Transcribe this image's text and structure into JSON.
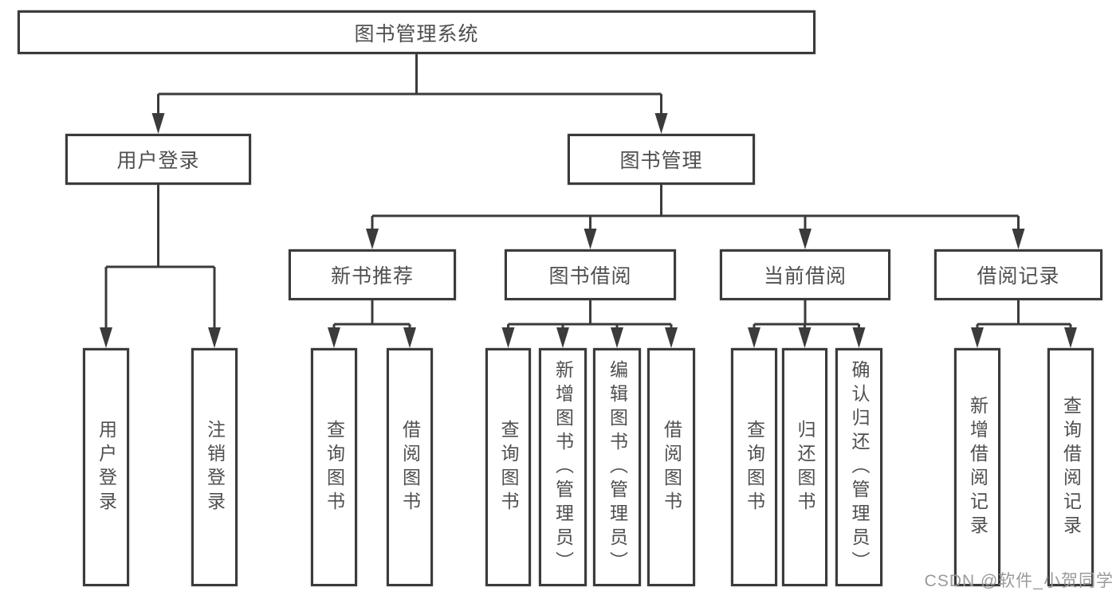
{
  "diagram": {
    "title": "图书管理系统",
    "colors": {
      "line": "#3b3b3b",
      "box_border": "#3b3b3b",
      "text": "#4f4f4f",
      "watermark": "#9a9a9a",
      "background": "#ffffff"
    },
    "nodes": [
      {
        "id": "root",
        "label": "图书管理系统"
      },
      {
        "id": "login",
        "label": "用户登录"
      },
      {
        "id": "mgmt",
        "label": "图书管理"
      },
      {
        "id": "newbook",
        "label": "新书推荐"
      },
      {
        "id": "borrow",
        "label": "图书借阅"
      },
      {
        "id": "current",
        "label": "当前借阅"
      },
      {
        "id": "records",
        "label": "借阅记录"
      },
      {
        "id": "login-user",
        "label": "用户登录"
      },
      {
        "id": "login-logout",
        "label": "注销登录"
      },
      {
        "id": "nb-query",
        "label": "查询图书"
      },
      {
        "id": "nb-borrow",
        "label": "借阅图书"
      },
      {
        "id": "bw-query",
        "label": "查询图书"
      },
      {
        "id": "bw-add",
        "label": "新增图书（管理员）"
      },
      {
        "id": "bw-edit",
        "label": "编辑图书（管理员）"
      },
      {
        "id": "bw-borrow",
        "label": "借阅图书"
      },
      {
        "id": "cur-query",
        "label": "查询图书"
      },
      {
        "id": "cur-return",
        "label": "归还图书"
      },
      {
        "id": "cur-confirm",
        "label": "确认归还（管理员）"
      },
      {
        "id": "rec-add",
        "label": "新增借阅记录"
      },
      {
        "id": "rec-query",
        "label": "查询借阅记录"
      }
    ],
    "edges": [
      {
        "parent": "root",
        "children": [
          "login",
          "mgmt"
        ]
      },
      {
        "parent": "login",
        "children": [
          "login-user",
          "login-logout"
        ]
      },
      {
        "parent": "mgmt",
        "children": [
          "newbook",
          "borrow",
          "current",
          "records"
        ]
      },
      {
        "parent": "newbook",
        "children": [
          "nb-query",
          "nb-borrow"
        ]
      },
      {
        "parent": "borrow",
        "children": [
          "bw-query",
          "bw-add",
          "bw-edit",
          "bw-borrow"
        ]
      },
      {
        "parent": "current",
        "children": [
          "cur-query",
          "cur-return",
          "cur-confirm"
        ]
      },
      {
        "parent": "records",
        "children": [
          "rec-add",
          "rec-query"
        ]
      }
    ]
  },
  "watermark": {
    "text": "CSDN @软件_小贺同学"
  }
}
